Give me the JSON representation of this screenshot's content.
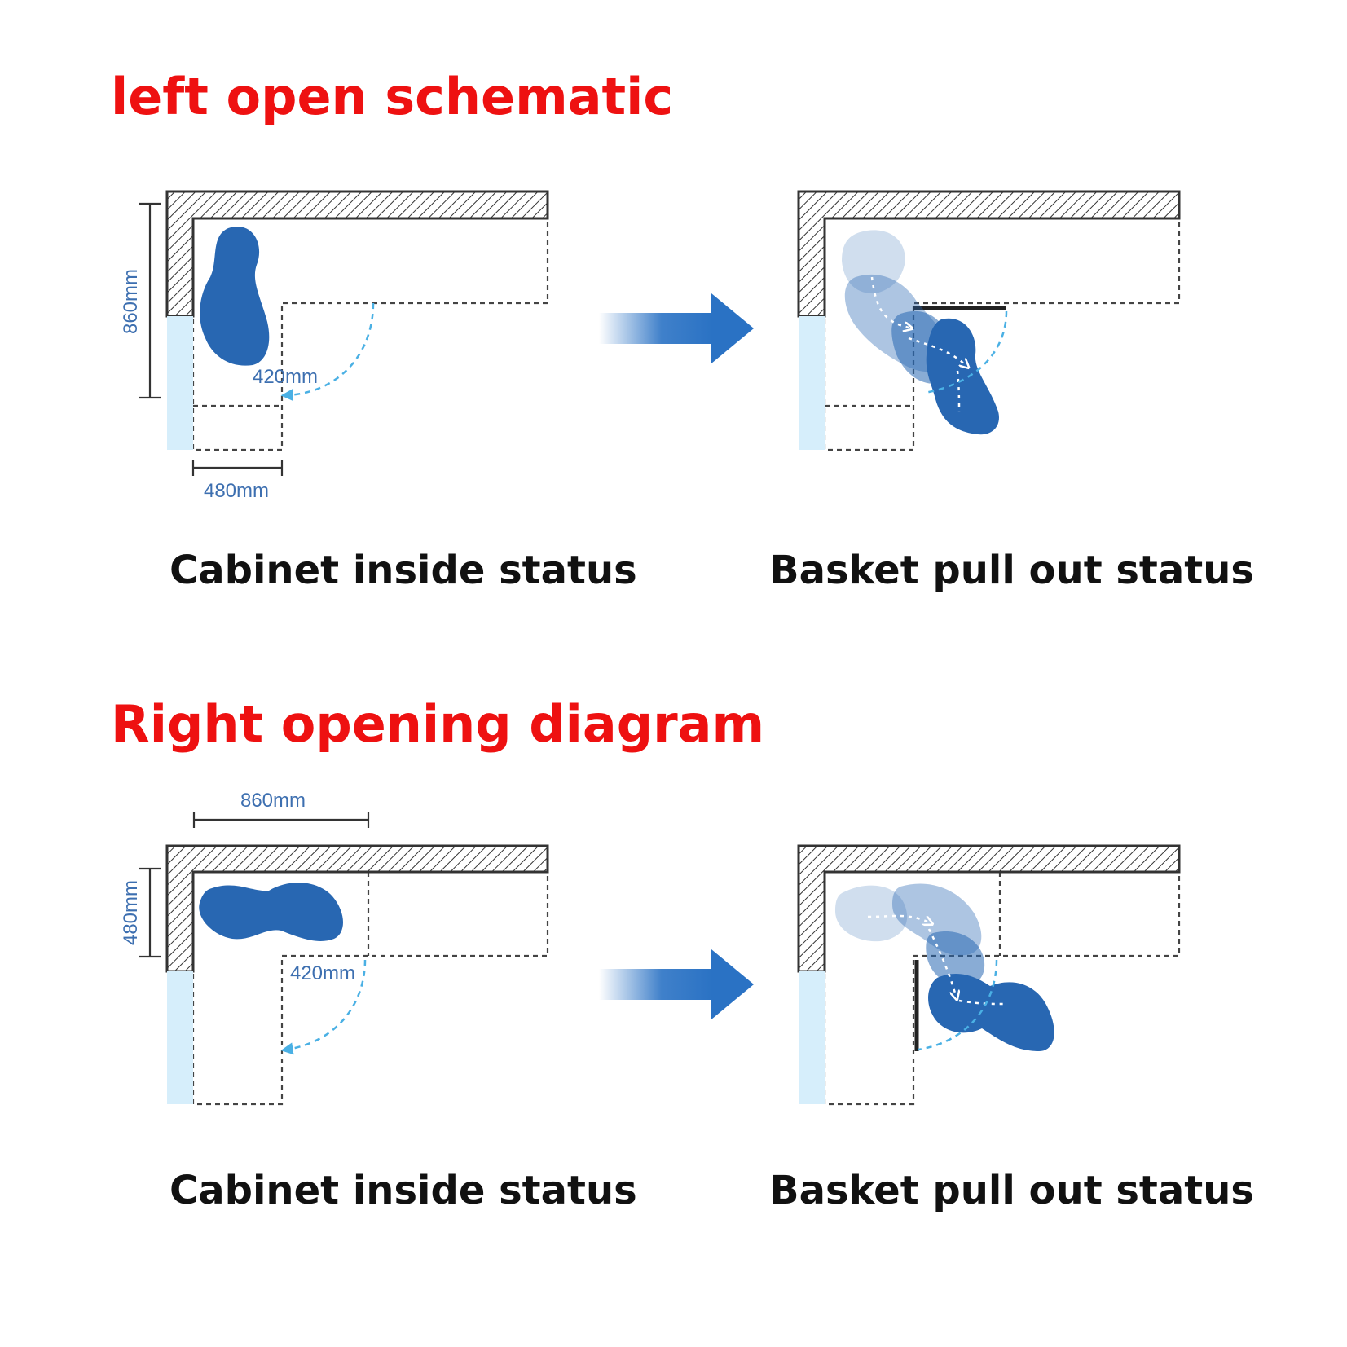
{
  "sections": [
    {
      "title": "left open schematic",
      "captions": {
        "inside": "Cabinet inside status",
        "pullout": "Basket pull out status"
      },
      "dimensions": {
        "depth": "860mm",
        "width": "480mm",
        "swing": "420mm"
      }
    },
    {
      "title": "Right opening diagram",
      "captions": {
        "inside": "Cabinet inside status",
        "pullout": "Basket pull out status"
      },
      "dimensions": {
        "depth": "860mm",
        "width": "480mm",
        "swing": "420mm"
      }
    }
  ],
  "colors": {
    "title": "#ee1111",
    "basket": "#2867b2",
    "door_panel": "#d6eefb",
    "dimension_text": "#3d6fb0",
    "arrow": "#2a72c4"
  },
  "icons": [
    "arrow-right-icon"
  ]
}
